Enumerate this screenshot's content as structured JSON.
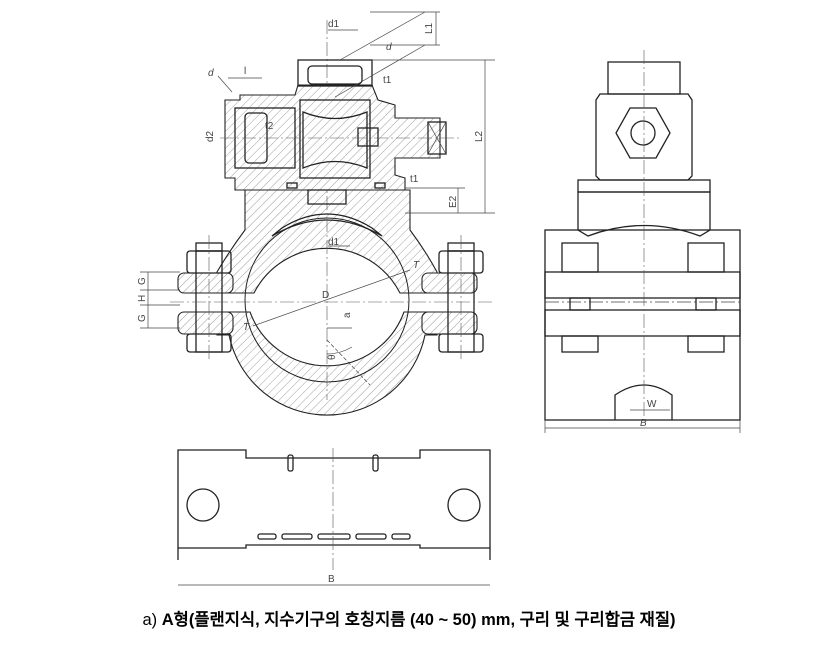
{
  "caption": {
    "prefix": "a)",
    "text": "A형(플랜지식, 지수기구의 호칭지름 (40 ~ 50) mm, 구리 및 구리합금 재질)"
  },
  "labels": {
    "d1_top": "d1",
    "L1": "L1",
    "d_top": "d",
    "t1_top": "t1",
    "d_left": "d",
    "l": "l",
    "d2": "d2",
    "t2": "t2",
    "L2": "L2",
    "t1_bottom": "t1",
    "E2": "E2",
    "d1_mid": "d1",
    "D": "D",
    "T_right": "T",
    "T_left": "T",
    "G_top": "G",
    "H": "H",
    "G_bottom": "G",
    "a": "a",
    "theta": "θ",
    "B_side": "B",
    "W": "W",
    "B_plan": "B"
  }
}
